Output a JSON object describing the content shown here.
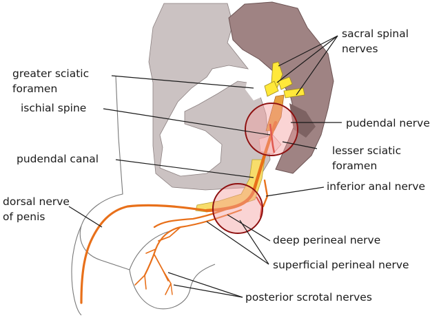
{
  "labels": {
    "sacral_spinal_nerves": [
      "sacral spinal",
      "nerves"
    ],
    "greater_sciatic_foramen": [
      "greater sciatic",
      "foramen"
    ],
    "ischial_spine": "ischial spine",
    "pudendal_nerve": "pudendal nerve",
    "lesser_sciatic_foramen": [
      "lesser sciatic",
      "foramen"
    ],
    "pudendal_canal": "pudendal canal",
    "inferior_anal_nerve": "inferior anal nerve",
    "dorsal_nerve_of_penis": [
      "dorsal nerve",
      "of penis"
    ],
    "deep_perineal_nerve": "deep perineal nerve",
    "superficial_perineal_nerve": "superficial perineal nerve",
    "posterior_scrotal_nerves": "posterior scrotal nerves"
  },
  "colors": {
    "pelvis_bone": "#cbc2c2",
    "sacrum": "#9f8383",
    "sacrum_dark": "#7d6262",
    "nerve_orange": "#e8701a",
    "nerve_yellow": "#ffe83a",
    "canal_yellow": "#f7dd6b",
    "highlight_circle_fill": "#f5a0a0",
    "highlight_circle_stroke": "#8e1010",
    "body_outline": "#777777"
  }
}
